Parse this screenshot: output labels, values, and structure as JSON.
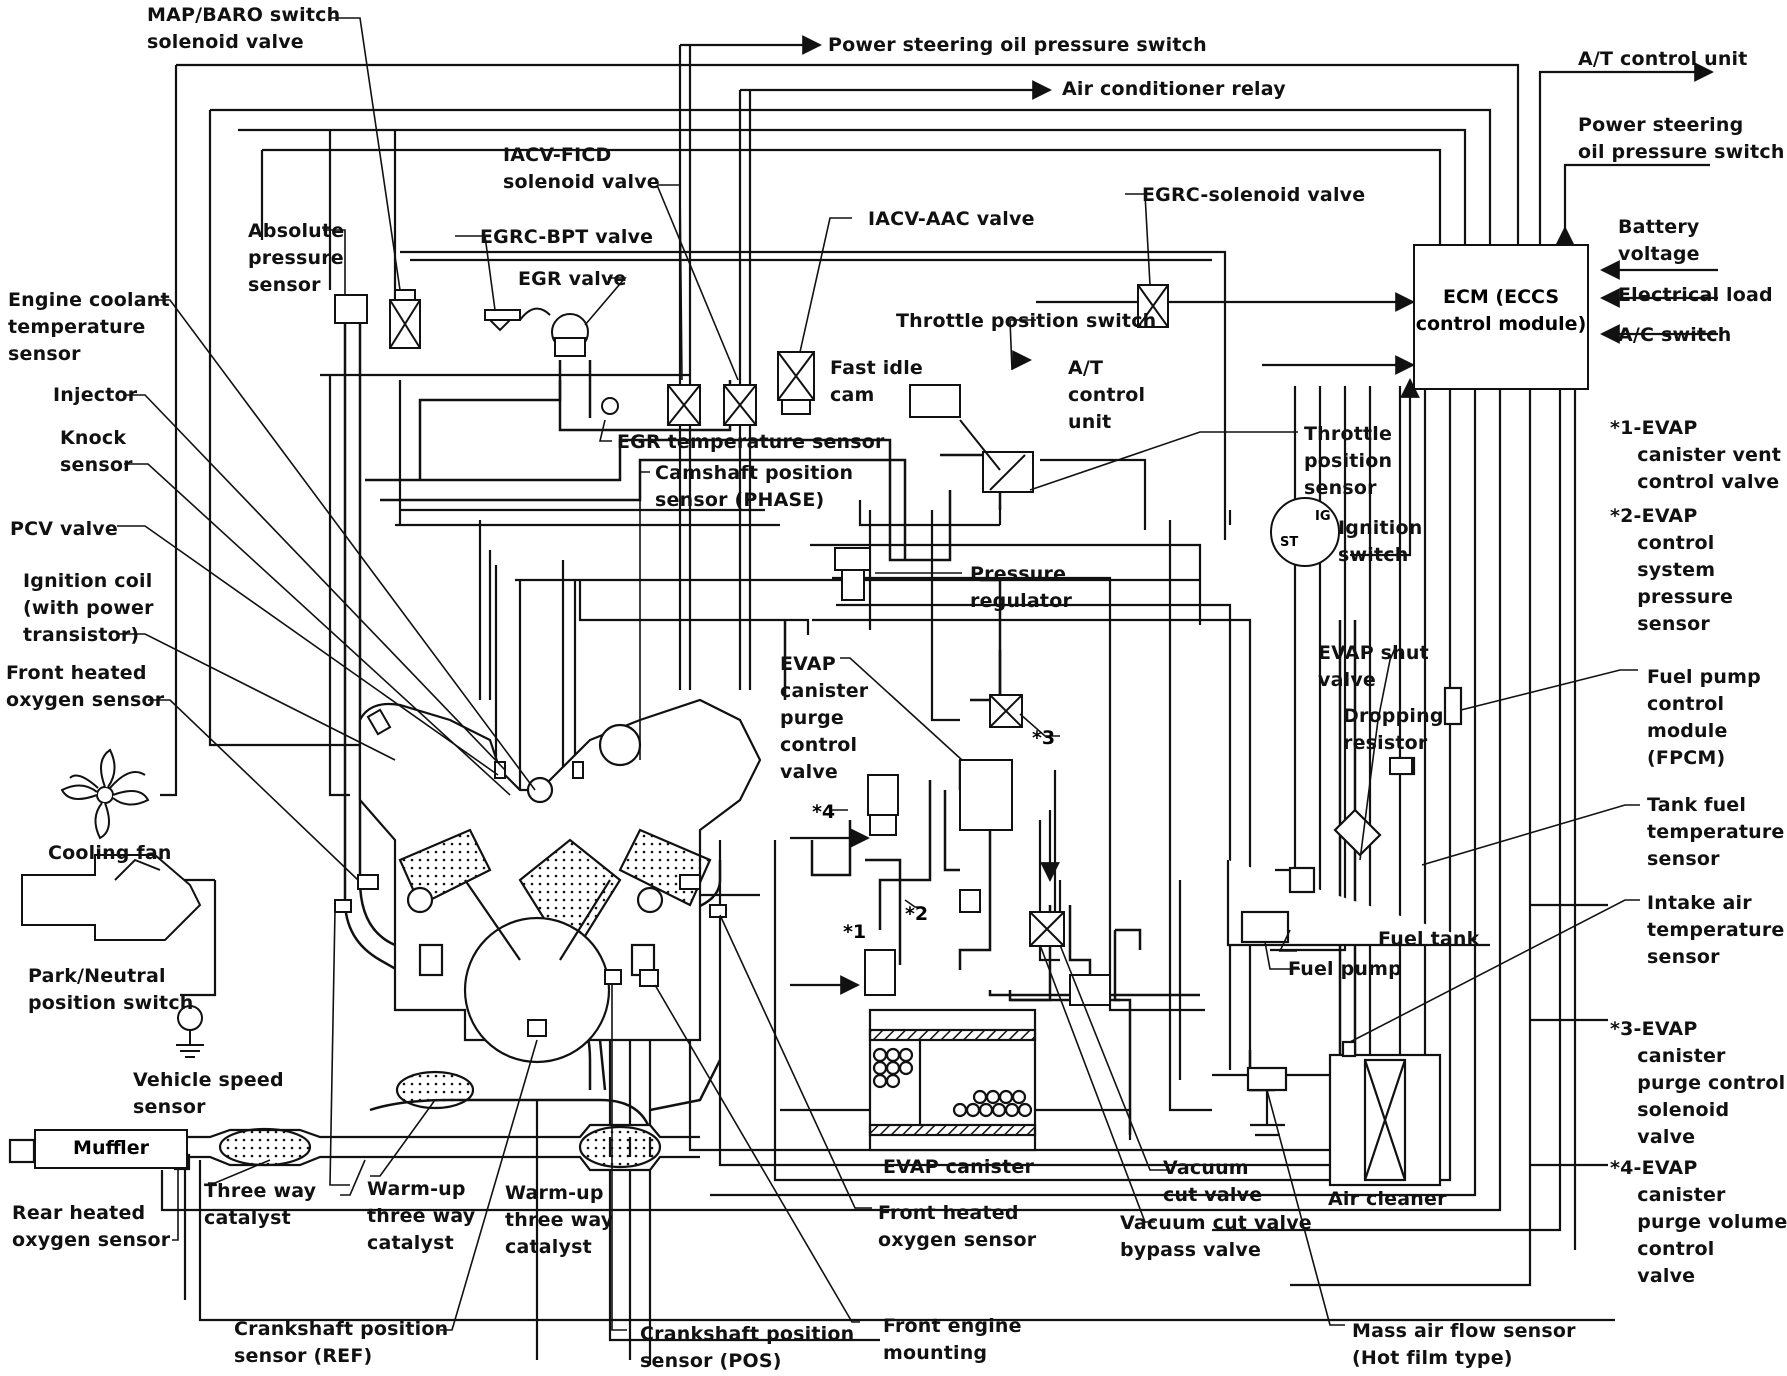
{
  "labels": {
    "map_baro": "MAP/BARO switch\nsolenoid valve",
    "ps_switch_top": "Power steering oil pressure switch",
    "ac_relay": "Air conditioner relay",
    "at_control_unit_top": "A/T control unit",
    "ps_switch_right": "Power steering\noil pressure switch",
    "iacv_ficd": "IACV-FICD\nsolenoid valve",
    "absolute_pressure": "Absolute\npressure\nsensor",
    "egrc_bpt": "EGRC-BPT valve",
    "egr_valve": "EGR valve",
    "iacv_aac": "IACV-AAC valve",
    "egrc_solenoid": "EGRC-solenoid valve",
    "battery_voltage": "Battery\nvoltage",
    "electrical_load": "Electrical load",
    "ac_switch": "A/C switch",
    "engine_coolant": "Engine coolant\ntemperature\nsensor",
    "throttle_position_switch": "Throttle position switch",
    "fast_idle_cam": "Fast idle\ncam",
    "at_control_unit_mid": "A/T\ncontrol\nunit",
    "injector": "Injector",
    "egr_temp": "EGR temperature sensor",
    "knock_sensor": "Knock\nsensor",
    "throttle_position_sensor": "Throttle\nposition\nsensor",
    "camshaft_position": "Camshaft position\nsensor (PHASE)",
    "evap1": "*1-EVAP\n    canister vent\n    control valve",
    "evap2": "*2-EVAP\n    control\n    system\n    pressure\n    sensor",
    "pcv_valve": "PCV valve",
    "ignition_switch": "Ignition\nswitch",
    "ignition_coil": "Ignition coil\n(with power\ntransistor)",
    "pressure_regulator": "Pressure\nregulator",
    "evap_shut": "EVAP shut\nvalve",
    "evap_purge": "EVAP\ncanister\npurge\ncontrol\nvalve",
    "front_heated_o2_left": "Front heated\noxygen sensor",
    "dropping_resistor": "Dropping\nresistor",
    "fpcm": "Fuel pump\ncontrol\nmodule\n(FPCM)",
    "cooling_fan": "Cooling fan",
    "tank_fuel_temp": "Tank fuel\ntemperature\nsensor",
    "intake_air_temp": "Intake air\ntemperature\nsensor",
    "park_neutral": "Park/Neutral\nposition switch",
    "fuel_tank": "Fuel tank",
    "fuel_pump": "Fuel pump",
    "vehicle_speed": "Vehicle speed\nsensor",
    "evap_canister": "EVAP canister",
    "evap3": "*3-EVAP\n    canister\n    purge control\n    solenoid\n    valve",
    "muffler": "Muffler",
    "vacuum_cut": "Vacuum\ncut valve",
    "air_cleaner": "Air cleaner",
    "evap4": "*4-EVAP\n    canister\n    purge volume\n    control\n    valve",
    "rear_heated_o2": "Rear heated\noxygen sensor",
    "three_way_catalyst": "Three way\ncatalyst",
    "warmup_catalyst_1": "Warm-up\nthree way\ncatalyst",
    "warmup_catalyst_2": "Warm-up\nthree way\ncatalyst",
    "front_heated_o2_right": "Front heated\noxygen sensor",
    "vacuum_cut_bypass": "Vacuum cut valve\nbypass valve",
    "crank_ref": "Crankshaft position\nsensor (REF)",
    "crank_pos": "Crankshaft position\nsensor (POS)",
    "front_engine_mounting": "Front engine\nmounting",
    "maf": "Mass air flow sensor\n(Hot film type)",
    "ecm": "ECM (ECCS\ncontrol module)",
    "star1": "*1",
    "star2": "*2",
    "star3": "*3",
    "star4": "*4",
    "ig": "IG",
    "st": "ST"
  }
}
